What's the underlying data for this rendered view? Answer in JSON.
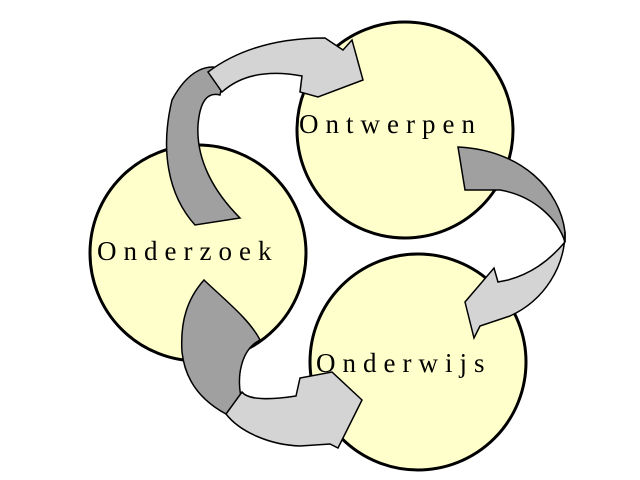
{
  "diagram": {
    "nodes": [
      {
        "id": "ontwerpen",
        "label": "Ontwerpen"
      },
      {
        "id": "onderzoek",
        "label": "Onderzoek"
      },
      {
        "id": "onderwijs",
        "label": "Onderwijs"
      }
    ],
    "colors": {
      "circle_fill": "#ffffcc",
      "arrow_dark": "#a0a0a0",
      "arrow_light": "#d4d4d4",
      "outline": "#000000"
    }
  }
}
